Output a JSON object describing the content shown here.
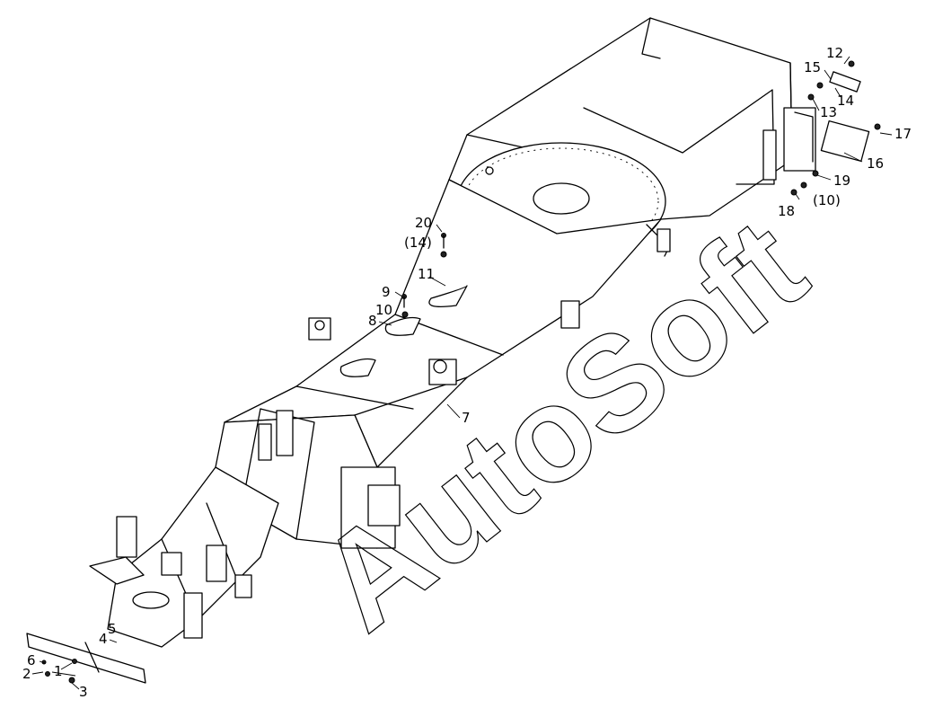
{
  "diagram": {
    "watermark": "AutoSoft",
    "callouts": [
      {
        "id": "1",
        "text": "1"
      },
      {
        "id": "2",
        "text": "2"
      },
      {
        "id": "3",
        "text": "3"
      },
      {
        "id": "4",
        "text": "4"
      },
      {
        "id": "5",
        "text": "5"
      },
      {
        "id": "6",
        "text": "6"
      },
      {
        "id": "7",
        "text": "7"
      },
      {
        "id": "8",
        "text": "8"
      },
      {
        "id": "9",
        "text": "9"
      },
      {
        "id": "10",
        "text": "10"
      },
      {
        "id": "11",
        "text": "11"
      },
      {
        "id": "12",
        "text": "12"
      },
      {
        "id": "13",
        "text": "13"
      },
      {
        "id": "14",
        "text": "14"
      },
      {
        "id": "14b",
        "text": "(14)"
      },
      {
        "id": "15",
        "text": "15"
      },
      {
        "id": "16",
        "text": "16"
      },
      {
        "id": "17",
        "text": "17"
      },
      {
        "id": "18",
        "text": "18"
      },
      {
        "id": "19",
        "text": "19"
      },
      {
        "id": "10b",
        "text": "(10)"
      },
      {
        "id": "20",
        "text": "20"
      }
    ]
  }
}
